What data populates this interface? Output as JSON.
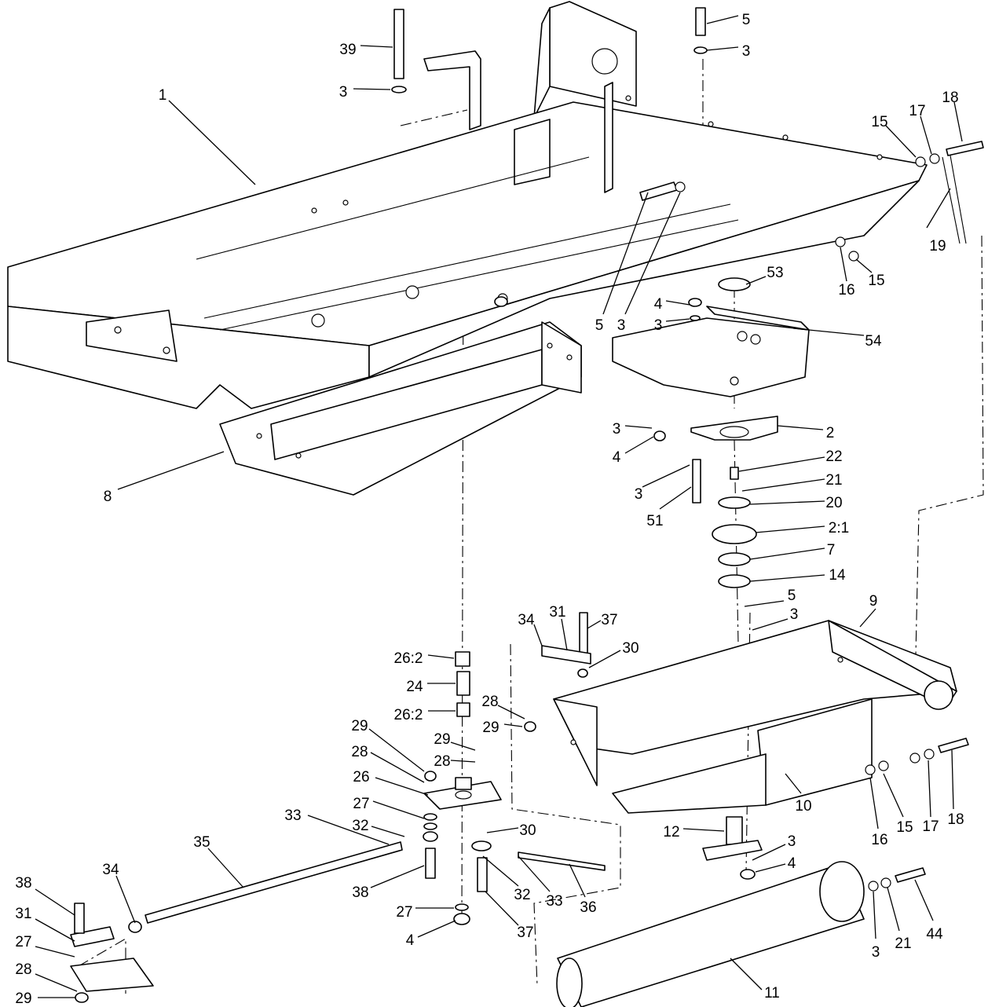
{
  "diagram": {
    "callouts": [
      "1",
      "2",
      "3",
      "4",
      "5",
      "7",
      "8",
      "9",
      "10",
      "11",
      "12",
      "14",
      "15",
      "16",
      "17",
      "18",
      "19",
      "20",
      "21",
      "22",
      "24",
      "26",
      "27",
      "28",
      "29",
      "30",
      "31",
      "32",
      "33",
      "34",
      "35",
      "36",
      "37",
      "38",
      "39",
      "44",
      "51",
      "53",
      "54",
      "2:1",
      "26:2"
    ]
  }
}
